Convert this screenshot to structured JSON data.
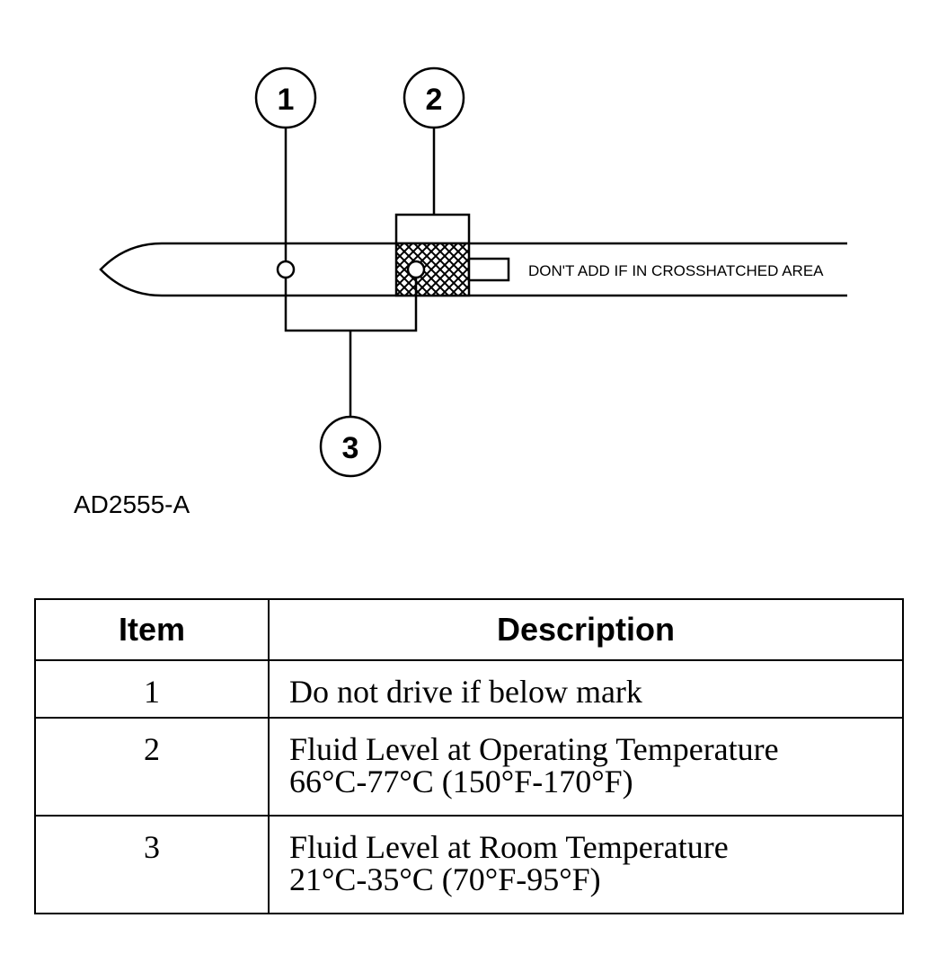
{
  "diagram": {
    "callouts": [
      "1",
      "2",
      "3"
    ],
    "note": "DON'T ADD IF IN CROSSHATCHED AREA",
    "figure_id": "AD2555-A"
  },
  "table": {
    "headers": {
      "item": "Item",
      "description": "Description"
    },
    "rows": [
      {
        "item": "1",
        "lines": [
          "Do not drive if below mark"
        ]
      },
      {
        "item": "2",
        "lines": [
          "Fluid Level at Operating Temperature",
          "66°C-77°C (150°F-170°F)"
        ]
      },
      {
        "item": "3",
        "lines": [
          "Fluid Level at Room Temperature",
          "21°C-35°C (70°F-95°F)"
        ]
      }
    ]
  }
}
